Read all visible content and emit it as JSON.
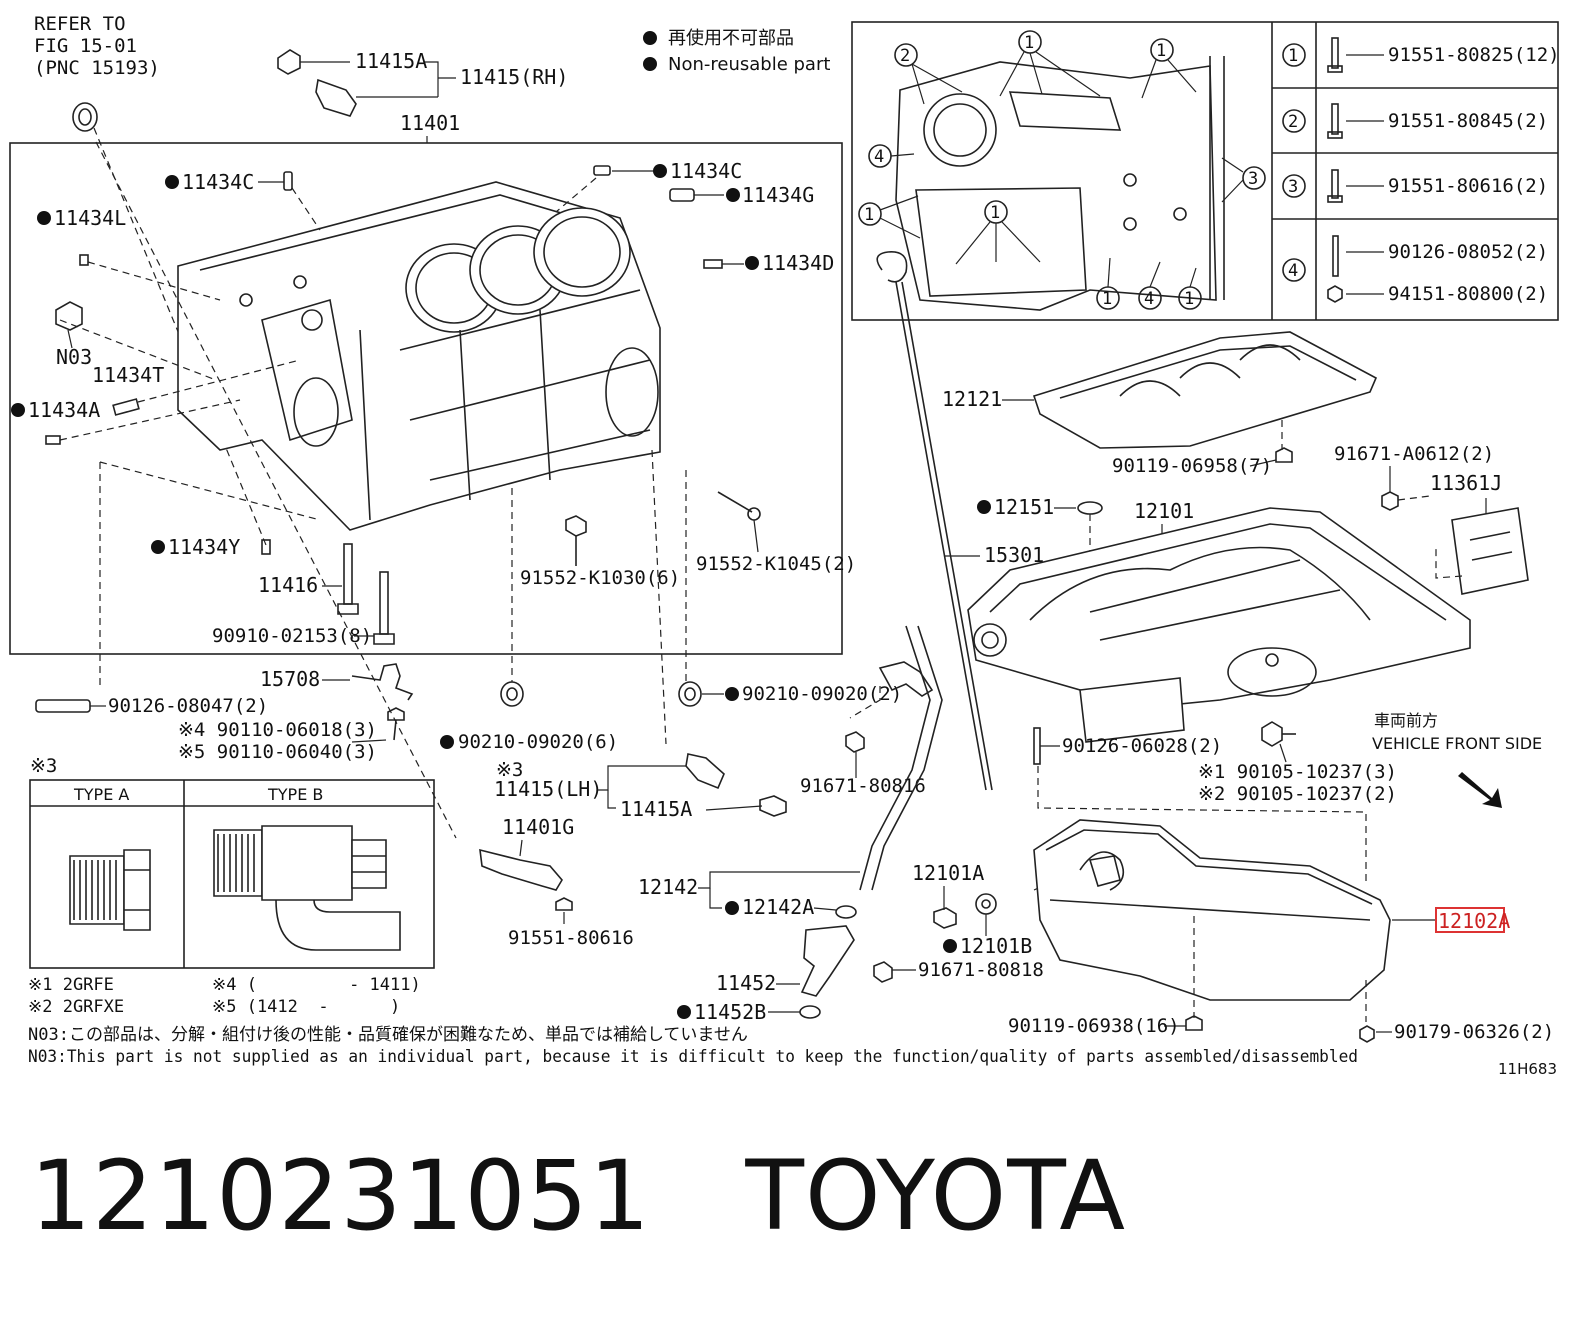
{
  "refer": {
    "line1": "REFER TO",
    "line2": "FIG 15-01",
    "line3": "(PNC 15193)"
  },
  "legend": {
    "jp": "再使用不可部品",
    "en": "Non-reusable part"
  },
  "labels": {
    "l11415A_top": "11415A",
    "l11415RH": "11415(RH)",
    "l11401": "11401",
    "l11434C_a": "11434C",
    "l11434C_b": "11434C",
    "l11434G": "11434G",
    "l11434L": "11434L",
    "l11434D": "11434D",
    "lN03": "N03",
    "l11434T": "11434T",
    "l11434A": "11434A",
    "l11434Y": "11434Y",
    "l11416": "11416",
    "l90910": "90910-02153(8)",
    "l91552K1030": "91552-K1030(6)",
    "l91552K1045": "91552-K1045(2)",
    "l15708": "15708",
    "l90126_08047": "90126-08047(2)",
    "l90110_06018": "※4 90110-06018(3)",
    "l90110_06040": "※5 90110-06040(3)",
    "l90210_09020_a": "90210-09020(6)",
    "l90210_09020_b": "90210-09020(2)",
    "lstar3a": "※3",
    "l11415LH": "11415(LH)",
    "l11415A_bot": "11415A",
    "l11401G": "11401G",
    "l91551_80616": "91551-80616",
    "l91671_80816": "91671-80816",
    "l12142": "12142",
    "l12142A": "12142A",
    "l12101A": "12101A",
    "l12101B": "12101B",
    "l91671_80818": "91671-80818",
    "l11452": "11452",
    "l11452B": "11452B",
    "l12121": "12121",
    "l90119_06958": "90119-06958(7)",
    "l91671_A0612": "91671-A0612(2)",
    "l11361J": "11361J",
    "l12151": "12151",
    "l12101": "12101",
    "l15301": "15301",
    "l90126_06028": "90126-06028(2)",
    "l90105_a": "※1 90105-10237(3)",
    "l90105_b": "※2 90105-10237(2)",
    "l12102A": "12102A",
    "l90119_06938": "90119-06938(16)",
    "l90179_06326": "90179-06326(2)",
    "lfront_jp": "車両前方",
    "lfront_en": "VEHICLE FRONT SIDE",
    "lcode": "11H683"
  },
  "bolt_table": [
    {
      "ref": "1",
      "parts": [
        "91551-80825(12)"
      ]
    },
    {
      "ref": "2",
      "parts": [
        "91551-80845(2)"
      ]
    },
    {
      "ref": "3",
      "parts": [
        "91551-80616(2)"
      ]
    },
    {
      "ref": "4",
      "parts": [
        "90126-08052(2)",
        "94151-80800(2)"
      ]
    }
  ],
  "callouts": {
    "c1": "1",
    "c2": "2",
    "c3": "3",
    "c4": "4"
  },
  "type_table": {
    "star": "※3",
    "col_a": "TYPE A",
    "col_b": "TYPE B"
  },
  "notes": {
    "n1": "※1 2GRFE",
    "n2": "※2 2GRFXE",
    "n4": "※4 (         - 1411)",
    "n5": "※5 (1412  -      )",
    "n03_jp": "N03:この部品は、分解・組付け後の性能・品質確保が困難なため、単品では補給していません",
    "n03_en": "N03:This part is not supplied as an individual part, because it is difficult to keep the function/quality of parts assembled/disassembled"
  },
  "footer": {
    "part_number": "1210231051",
    "brand": "TOYOTA"
  },
  "colors": {
    "highlight": "#d33"
  }
}
